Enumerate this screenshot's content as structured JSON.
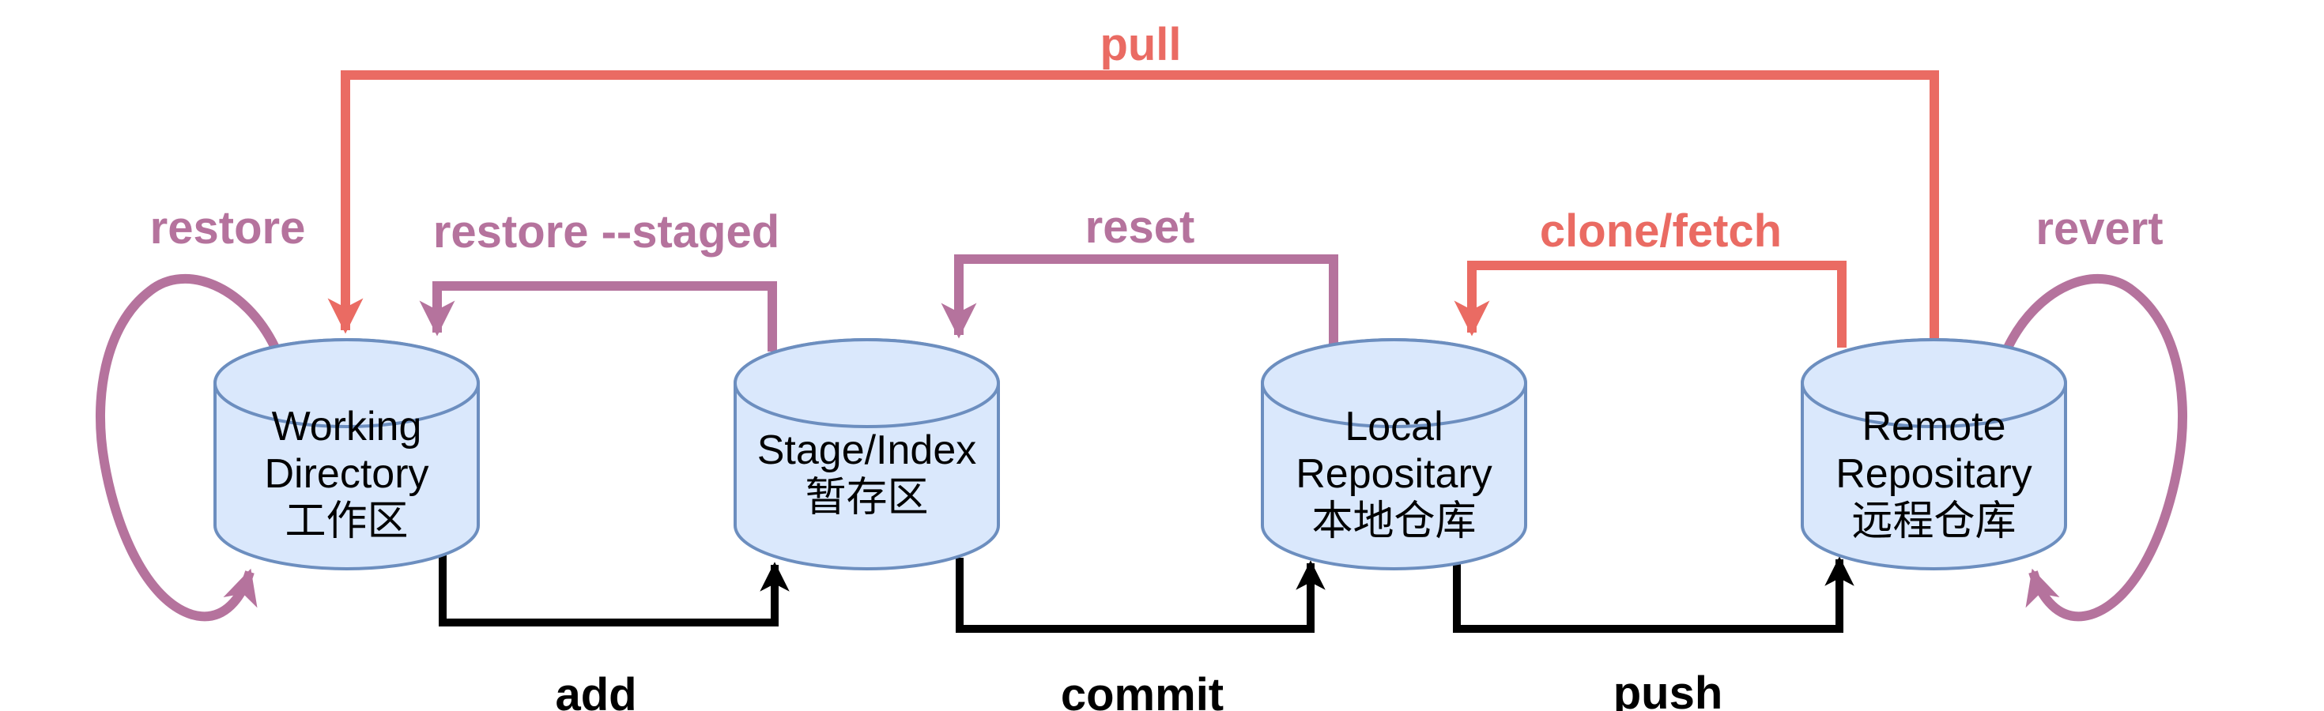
{
  "diagram": {
    "title_implicit": "Git workflow diagram",
    "nodes": [
      {
        "id": "working-directory",
        "lines": [
          "Working",
          "Directory",
          "工作区"
        ]
      },
      {
        "id": "stage-index",
        "lines": [
          "Stage/Index",
          "暂存区"
        ]
      },
      {
        "id": "local-repository",
        "lines": [
          "Local",
          "Repositary",
          "本地仓库"
        ]
      },
      {
        "id": "remote-repository",
        "lines": [
          "Remote",
          "Repositary",
          "远程仓库"
        ]
      }
    ],
    "labels": {
      "pull": "pull",
      "restore": "restore",
      "restore_staged": "restore --staged",
      "reset": "reset",
      "clone_fetch": "clone/fetch",
      "revert": "revert",
      "add": "add",
      "commit": "commit",
      "push": "push"
    },
    "colors": {
      "red": "#EA6B63",
      "purple": "#B5739D",
      "black": "#000000",
      "cylinder_fill": "#DAE8FC",
      "cylinder_stroke": "#6C8EBF"
    }
  }
}
